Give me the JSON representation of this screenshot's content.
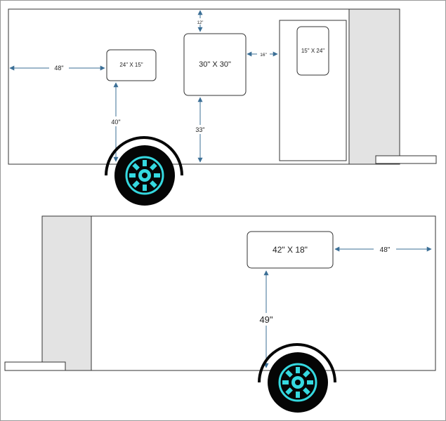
{
  "colors": {
    "arrow": "#3b6f96",
    "wheel_hub": "#35d9e0",
    "wheel_tire": "#050505",
    "panel_fill": "#e3e3e3",
    "outline": "#333333"
  },
  "top_view": {
    "windows": [
      {
        "label": "24\" X 15\""
      },
      {
        "label": "30\" X 30\""
      },
      {
        "label": "15\" X 24\""
      }
    ],
    "dimensions": {
      "left_to_window": "48\"",
      "window_height_from_floor": "40\"",
      "top_gap": "12\"",
      "center_window_from_floor": "33\"",
      "window_to_door": "16\""
    }
  },
  "bottom_view": {
    "windows": [
      {
        "label": "42\" X 18\""
      }
    ],
    "dimensions": {
      "window_to_right": "48\"",
      "window_height_from_floor": "49\""
    }
  }
}
